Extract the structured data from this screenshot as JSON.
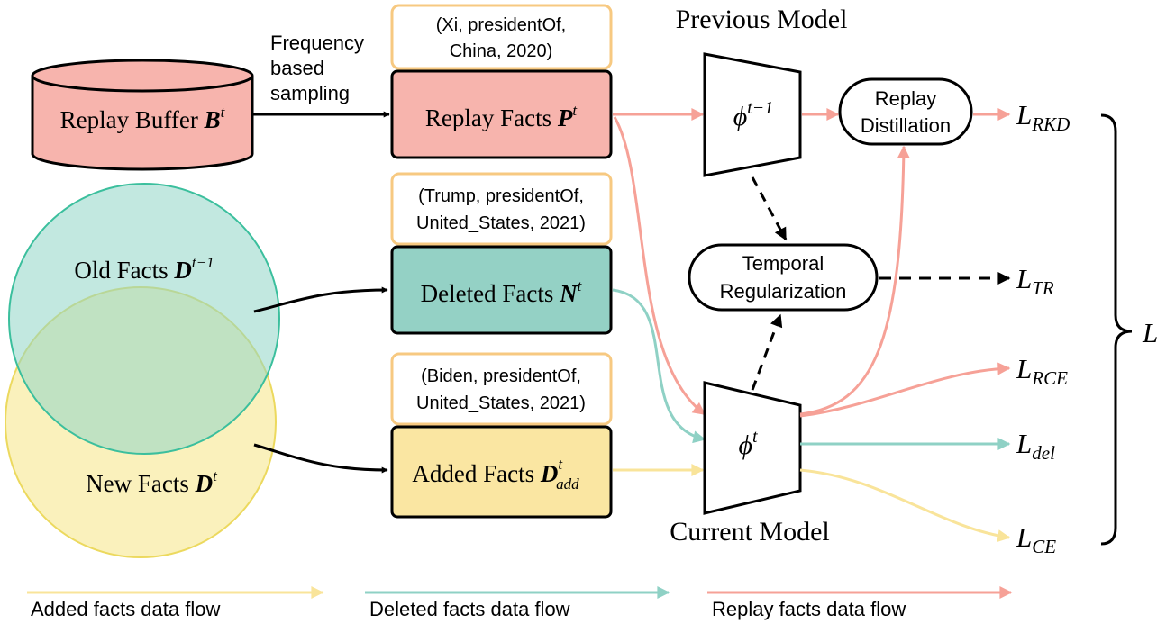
{
  "colors": {
    "replay": "#f6a197",
    "replay_fill": "#f7b4ad",
    "deleted": "#8fd1c5",
    "deleted_fill": "#94d1c5",
    "added": "#f9e49a",
    "added_fill": "#fae6a2",
    "example_border": "#f7c981",
    "old_circle_fill": "#b4e4d9",
    "old_circle_stroke": "#3bbf9d",
    "new_circle_fill": "#f9eeb0",
    "new_circle_stroke": "#ecd95e"
  },
  "buffer": {
    "label": "Replay Buffer ",
    "var": "B",
    "sup": "t"
  },
  "sampling": {
    "line1": "Frequency",
    "line2": "based",
    "line3": "sampling"
  },
  "circles": {
    "old": {
      "label": "Old Facts ",
      "var": "D",
      "sup": "t−1"
    },
    "new": {
      "label": "New Facts ",
      "var": "D",
      "sup": "t"
    }
  },
  "examples": {
    "replay": {
      "line1": "(Xi, presidentOf,",
      "line2": "China, 2020)"
    },
    "deleted": {
      "line1": "(Trump, presidentOf,",
      "line2": "United_States, 2021)"
    },
    "added": {
      "line1": "(Biden, presidentOf,",
      "line2": "United_States, 2021)"
    }
  },
  "facts": {
    "replay": {
      "label": "Replay Facts ",
      "var": "P",
      "sup": "t"
    },
    "deleted": {
      "label": "Deleted Facts ",
      "var": "N",
      "sup": "t"
    },
    "added": {
      "label": "Added Facts ",
      "var": "D",
      "sup": "t",
      "sub": "add"
    }
  },
  "models": {
    "previous": {
      "title": "Previous Model",
      "var": "ϕ",
      "sup": "t−1"
    },
    "current": {
      "title": "Current Model",
      "var": "ϕ",
      "sup": "t"
    }
  },
  "replay_distillation": {
    "line1": "Replay",
    "line2": "Distillation"
  },
  "temporal_reg": {
    "line1": "Temporal",
    "line2": "Regularization"
  },
  "losses": {
    "rkd": {
      "var": "L",
      "sub": "RKD"
    },
    "tr": {
      "var": "L",
      "sub": "TR"
    },
    "rce": {
      "var": "L",
      "sub": "RCE"
    },
    "del": {
      "var": "L",
      "sub": "del"
    },
    "ce": {
      "var": "L",
      "sub": "CE"
    },
    "total": {
      "var": "L"
    }
  },
  "legend": {
    "added": "Added facts data flow",
    "deleted": "Deleted facts data flow",
    "replay": "Replay facts data flow"
  }
}
